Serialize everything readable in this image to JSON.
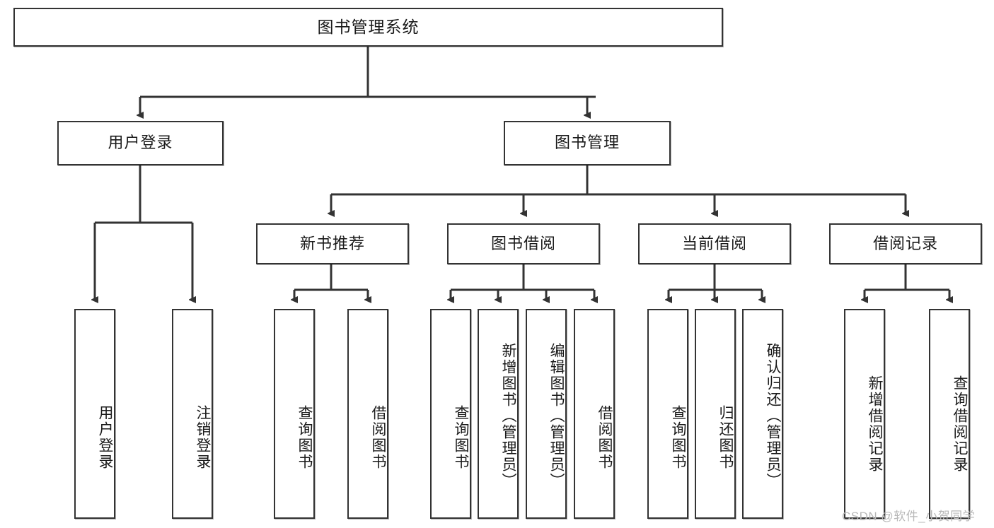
{
  "diagram": {
    "title": "图书管理系统",
    "type": "hierarchy-tree",
    "watermark": "CSDN @软件_小贺同学",
    "colors": {
      "box_border": "#333333",
      "box_fill": "#ffffff",
      "line": "#333333",
      "text": "#1a1a1a",
      "watermark": "#b8b8b8",
      "background": "#ffffff"
    },
    "root": {
      "label": "图书管理系统"
    },
    "level2": [
      {
        "label": "用户登录"
      },
      {
        "label": "图书管理"
      }
    ],
    "level3": [
      {
        "label": "新书推荐"
      },
      {
        "label": "图书借阅"
      },
      {
        "label": "当前借阅"
      },
      {
        "label": "借阅记录"
      }
    ],
    "leaves": {
      "user_login": [
        {
          "label": "用户登录"
        },
        {
          "label": "注销登录"
        }
      ],
      "new_book_recommend": [
        {
          "label": "查询图书"
        },
        {
          "label": "借阅图书"
        }
      ],
      "book_borrow": [
        {
          "label": "查询图书"
        },
        {
          "label": "新增图书（管理员）"
        },
        {
          "label": "编辑图书（管理员）"
        },
        {
          "label": "借阅图书"
        }
      ],
      "current_borrow": [
        {
          "label": "查询图书"
        },
        {
          "label": "归还图书"
        },
        {
          "label": "确认归还（管理员）"
        }
      ],
      "borrow_record": [
        {
          "label": "新增借阅记录"
        },
        {
          "label": "查询借阅记录"
        }
      ]
    }
  }
}
